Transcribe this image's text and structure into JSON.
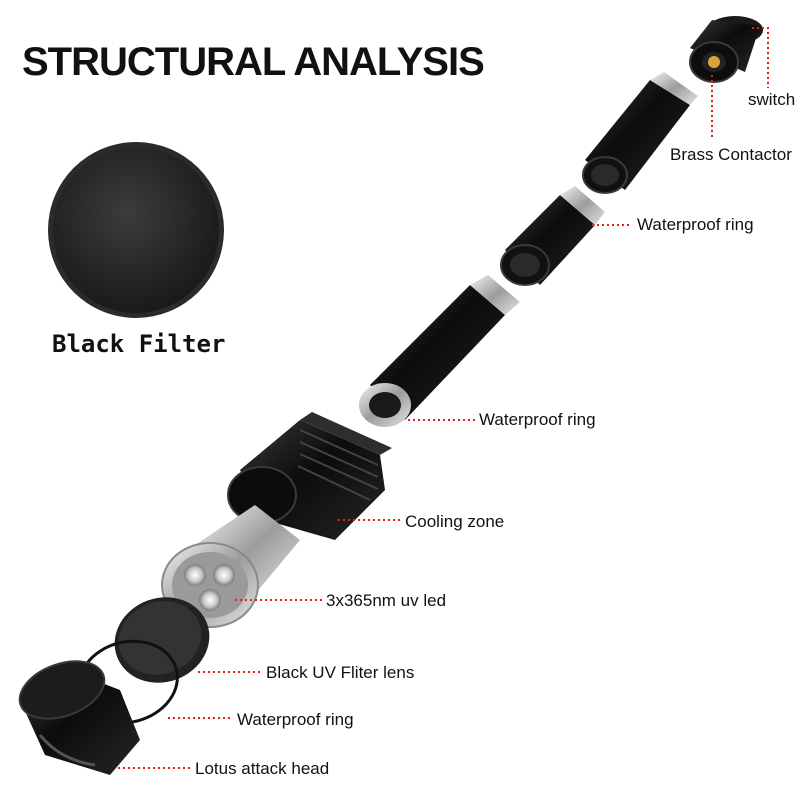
{
  "title": "STRUCTURAL ANALYSIS",
  "filter_label": "Black Filter",
  "callouts": {
    "switch": "switch",
    "brass_contactor": "Brass Contactor",
    "waterproof_ring_1": "Waterproof ring",
    "waterproof_ring_2": "Waterproof ring",
    "cooling_zone": "Cooling zone",
    "led": "3x365nm uv led",
    "uv_filter_lens": "Black UV Fliter lens",
    "waterproof_ring_3": "Waterproof ring",
    "attack_head": "Lotus attack head"
  },
  "colors": {
    "leader_line": "#e0201c",
    "body": "#121212",
    "silver": "#c8c8c8"
  }
}
